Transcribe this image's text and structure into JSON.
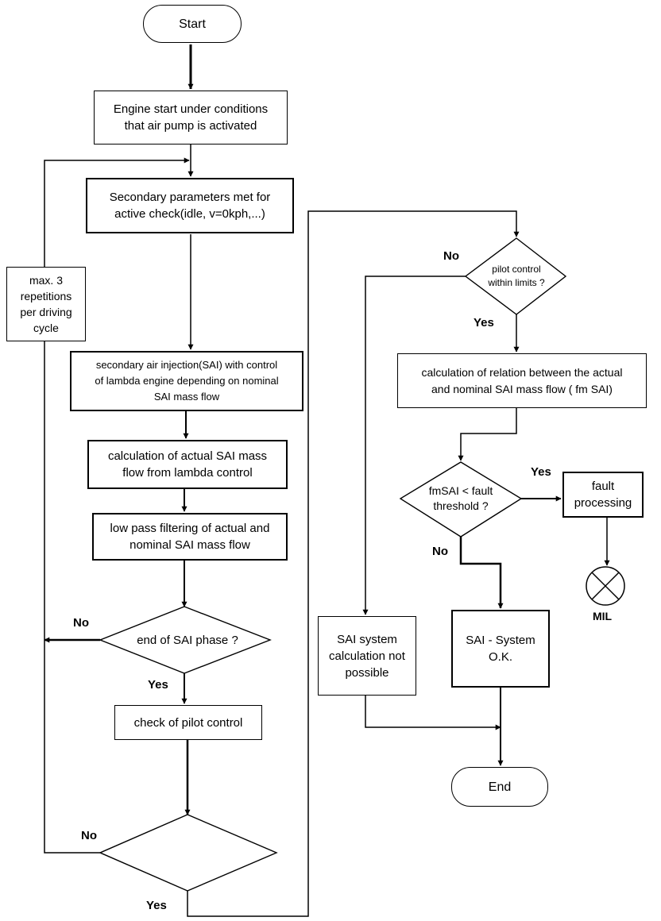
{
  "nodes": {
    "start": "Start",
    "engine_start": "Engine start under conditions\nthat air pump is activated",
    "secondary_params": "Secondary parameters met for\nactive check(idle, v=0kph,...)",
    "max_repetitions": "max. 3\nrepetitions\nper driving\ncycle",
    "sai_injection": "secondary air injection(SAI) with control\nof lambda engine depending on nominal\nSAI mass flow",
    "calc_actual": "calculation of actual SAI mass\nflow from lambda control",
    "low_pass": "low pass filtering of actual and\nnominal SAI mass flow",
    "end_phase": "end of SAI phase ?",
    "check_pilot": "check of pilot control",
    "pilot_limits": "pilot control\nwithin limits ?",
    "calc_relation": "calculation of relation between the actual\nand nominal SAI mass flow ( fm SAI)",
    "fm_threshold": "fmSAI < fault\nthreshold ?",
    "fault_processing": "fault\nprocessing",
    "mil": "MIL",
    "not_possible": "SAI system\ncalculation not\npossible",
    "system_ok": "SAI - System\nO.K.",
    "end": "End"
  },
  "edge_labels": {
    "end_phase_no": "No",
    "end_phase_yes": "Yes",
    "final_no": "No",
    "final_yes": "Yes",
    "pilot_no": "No",
    "pilot_yes": "Yes",
    "threshold_yes": "Yes",
    "threshold_no": "No"
  }
}
